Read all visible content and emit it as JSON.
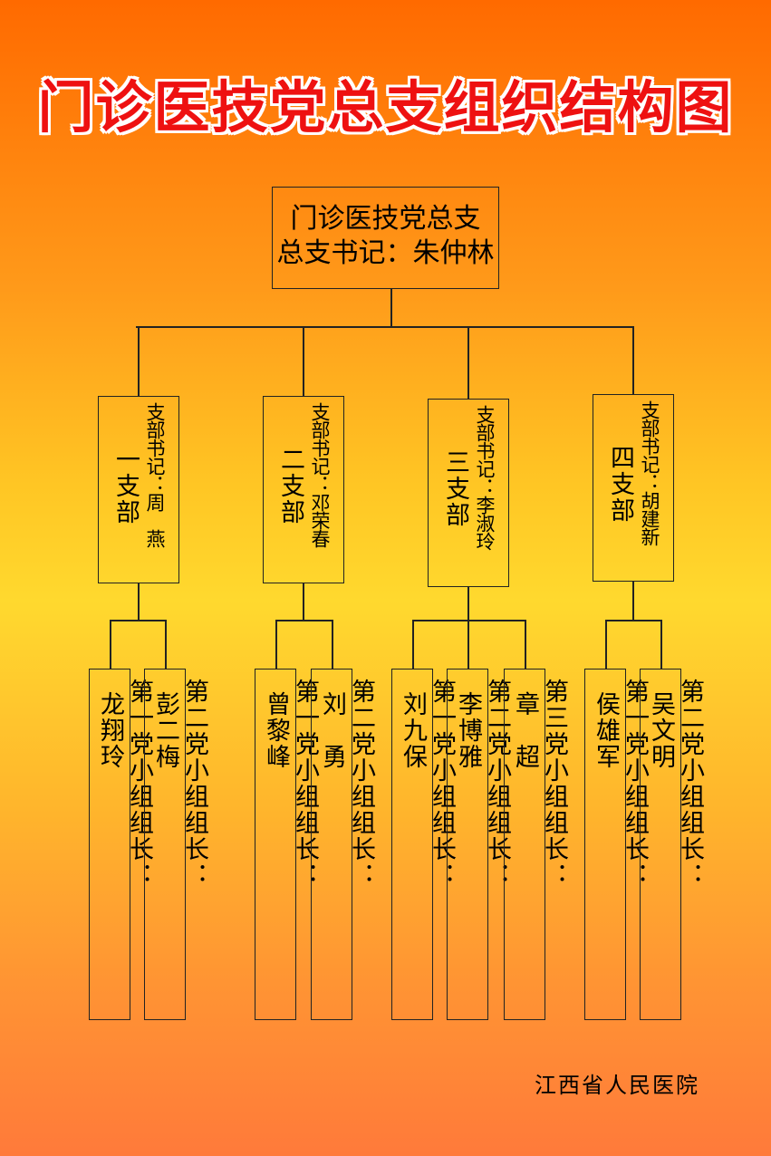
{
  "title": "门诊医技党总支组织结构图",
  "root": {
    "name": "门诊医技党总支",
    "secretary": "总支书记：朱仲林"
  },
  "branches": [
    {
      "name": "一支部",
      "secretary": "支部书记：周　燕",
      "groups": [
        {
          "title": "第一党小组组长：",
          "leader": "龙翔玲"
        },
        {
          "title": "第二党小组组长：",
          "leader": "彭二梅"
        }
      ]
    },
    {
      "name": "二支部",
      "secretary": "支部书记：邓荣春",
      "groups": [
        {
          "title": "第一党小组组长：",
          "leader": "曾黎峰"
        },
        {
          "title": "第二党小组组长：",
          "leader": "刘　勇"
        }
      ]
    },
    {
      "name": "三支部",
      "secretary": "支部书记：李淑玲",
      "groups": [
        {
          "title": "第一党小组组长：",
          "leader": "刘九保"
        },
        {
          "title": "第二党小组组长：",
          "leader": "李博雅"
        },
        {
          "title": "第三党小组组长：",
          "leader": "章　超"
        }
      ]
    },
    {
      "name": "四支部",
      "secretary": "支部书记：胡建新",
      "groups": [
        {
          "title": "第一党小组组长：",
          "leader": "侯雄军"
        },
        {
          "title": "第二党小组组长：",
          "leader": "吴文明"
        }
      ]
    }
  ],
  "footer": "江西省人民医院"
}
